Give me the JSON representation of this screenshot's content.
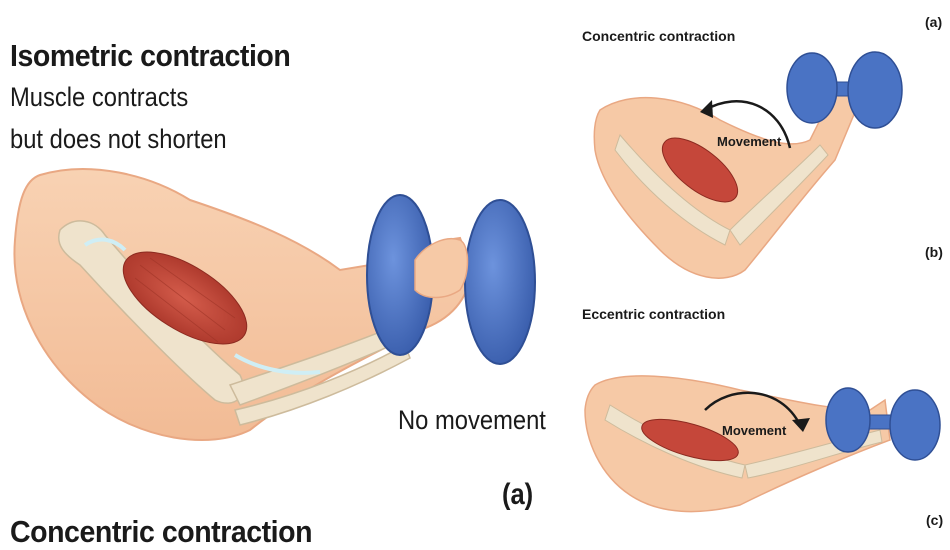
{
  "panel_a": {
    "title": "Isometric contraction",
    "line1": "Muscle contracts",
    "line2": "but does not shorten",
    "no_movement": "No movement",
    "tag": "(a)",
    "next_title": "Concentric contraction"
  },
  "panel_right": {
    "tag_a": "(a)",
    "concentric_title": "Concentric contraction",
    "concentric_movement": "Movement",
    "tag_b": "(b)",
    "eccentric_title": "Eccentric contraction",
    "eccentric_movement": "Movement",
    "tag_c": "(c)"
  },
  "colors": {
    "skin": "#f6c9a6",
    "skin_edge": "#e9a883",
    "bone": "#efe3cc",
    "muscle": "#c5473a",
    "dumbbell": "#4a73c4",
    "dumbbell_dark": "#2f4f95"
  }
}
